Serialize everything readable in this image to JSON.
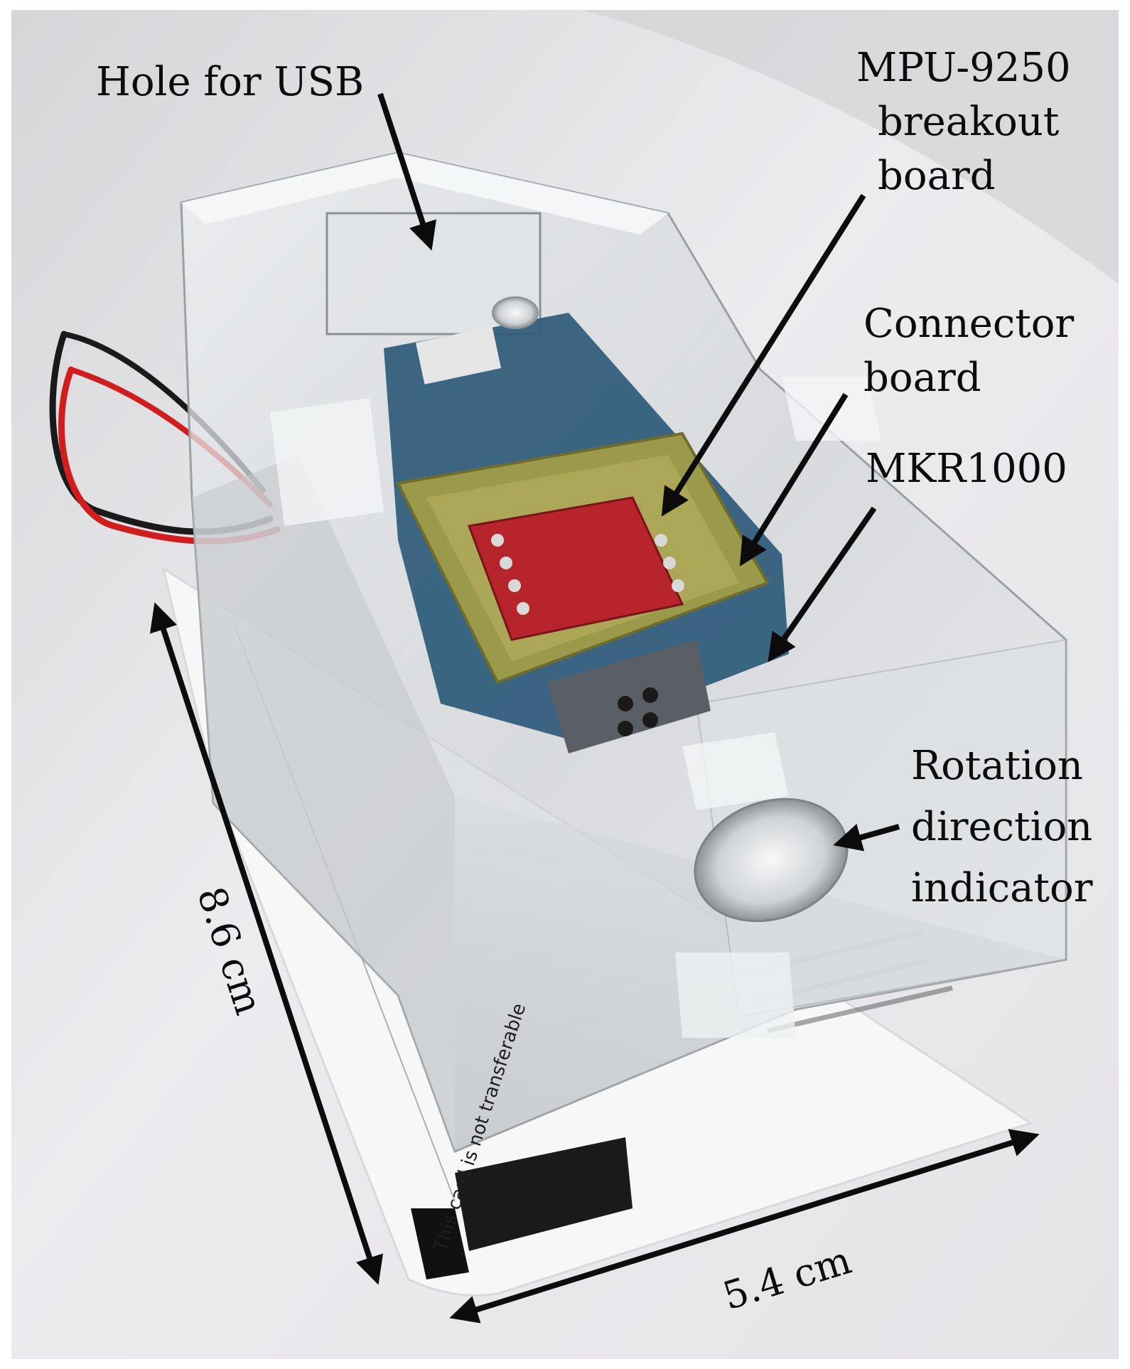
{
  "labels": {
    "usb_hole": "Hole for USB",
    "mpu": [
      "MPU-9250",
      "breakout",
      "board"
    ],
    "connector": [
      "Connector",
      "board"
    ],
    "mkr": "MKR1000",
    "rotation": [
      "Rotation",
      "direction",
      "indicator"
    ]
  },
  "dimensions": {
    "length": "8.6 cm",
    "width": "5.4 cm"
  },
  "card": {
    "footer_text": "This card is not transferable"
  },
  "colors": {
    "background": "#e9e8ea",
    "pcb_red": "#b8242c",
    "pcb_blue": "#2d5a78",
    "wire_red": "#d01e1e",
    "wire_black": "#1a1a1a",
    "label_text": "#0c0c0c"
  }
}
